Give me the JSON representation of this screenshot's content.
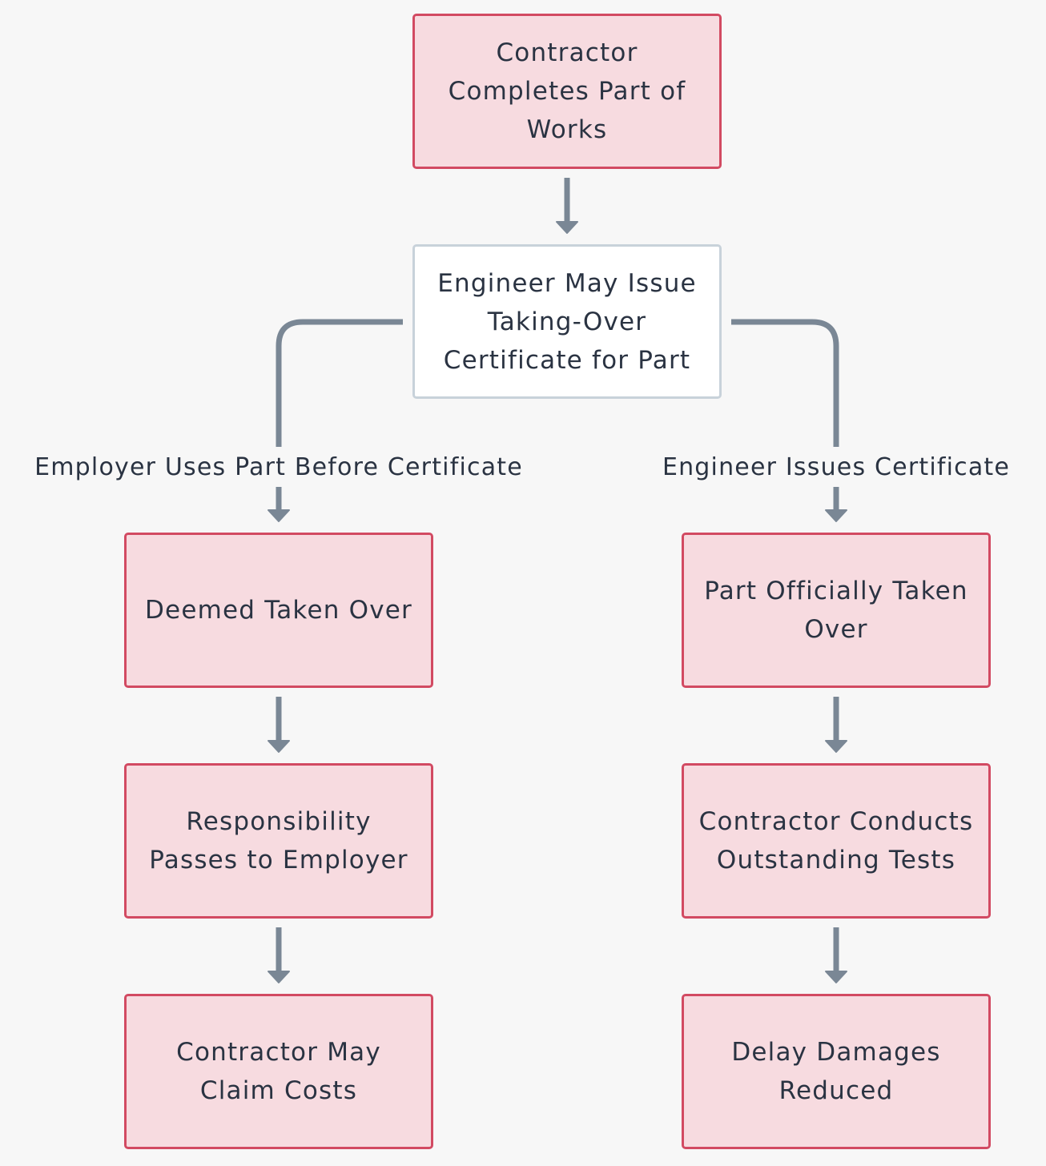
{
  "nodes": {
    "start": "Contractor Completes Part of Works",
    "decision": "Engineer May Issue Taking-Over Certificate for Part",
    "deemed": "Deemed Taken Over",
    "responsibility": "Responsibility Passes to Employer",
    "claim": "Contractor May Claim Costs",
    "official": "Part Officially Taken Over",
    "tests": "Contractor Conducts Outstanding Tests",
    "delay": "Delay Damages Reduced"
  },
  "edge_labels": {
    "left": "Employer Uses Part Before Certificate",
    "right": "Engineer Issues Certificate"
  },
  "colors": {
    "node_fill": "#f7dbe0",
    "node_border": "#d24a62",
    "decision_fill": "#ffffff",
    "decision_border": "#c8d2da",
    "connector": "#7a8795",
    "text": "#2a3342",
    "background": "#f7f7f7"
  }
}
